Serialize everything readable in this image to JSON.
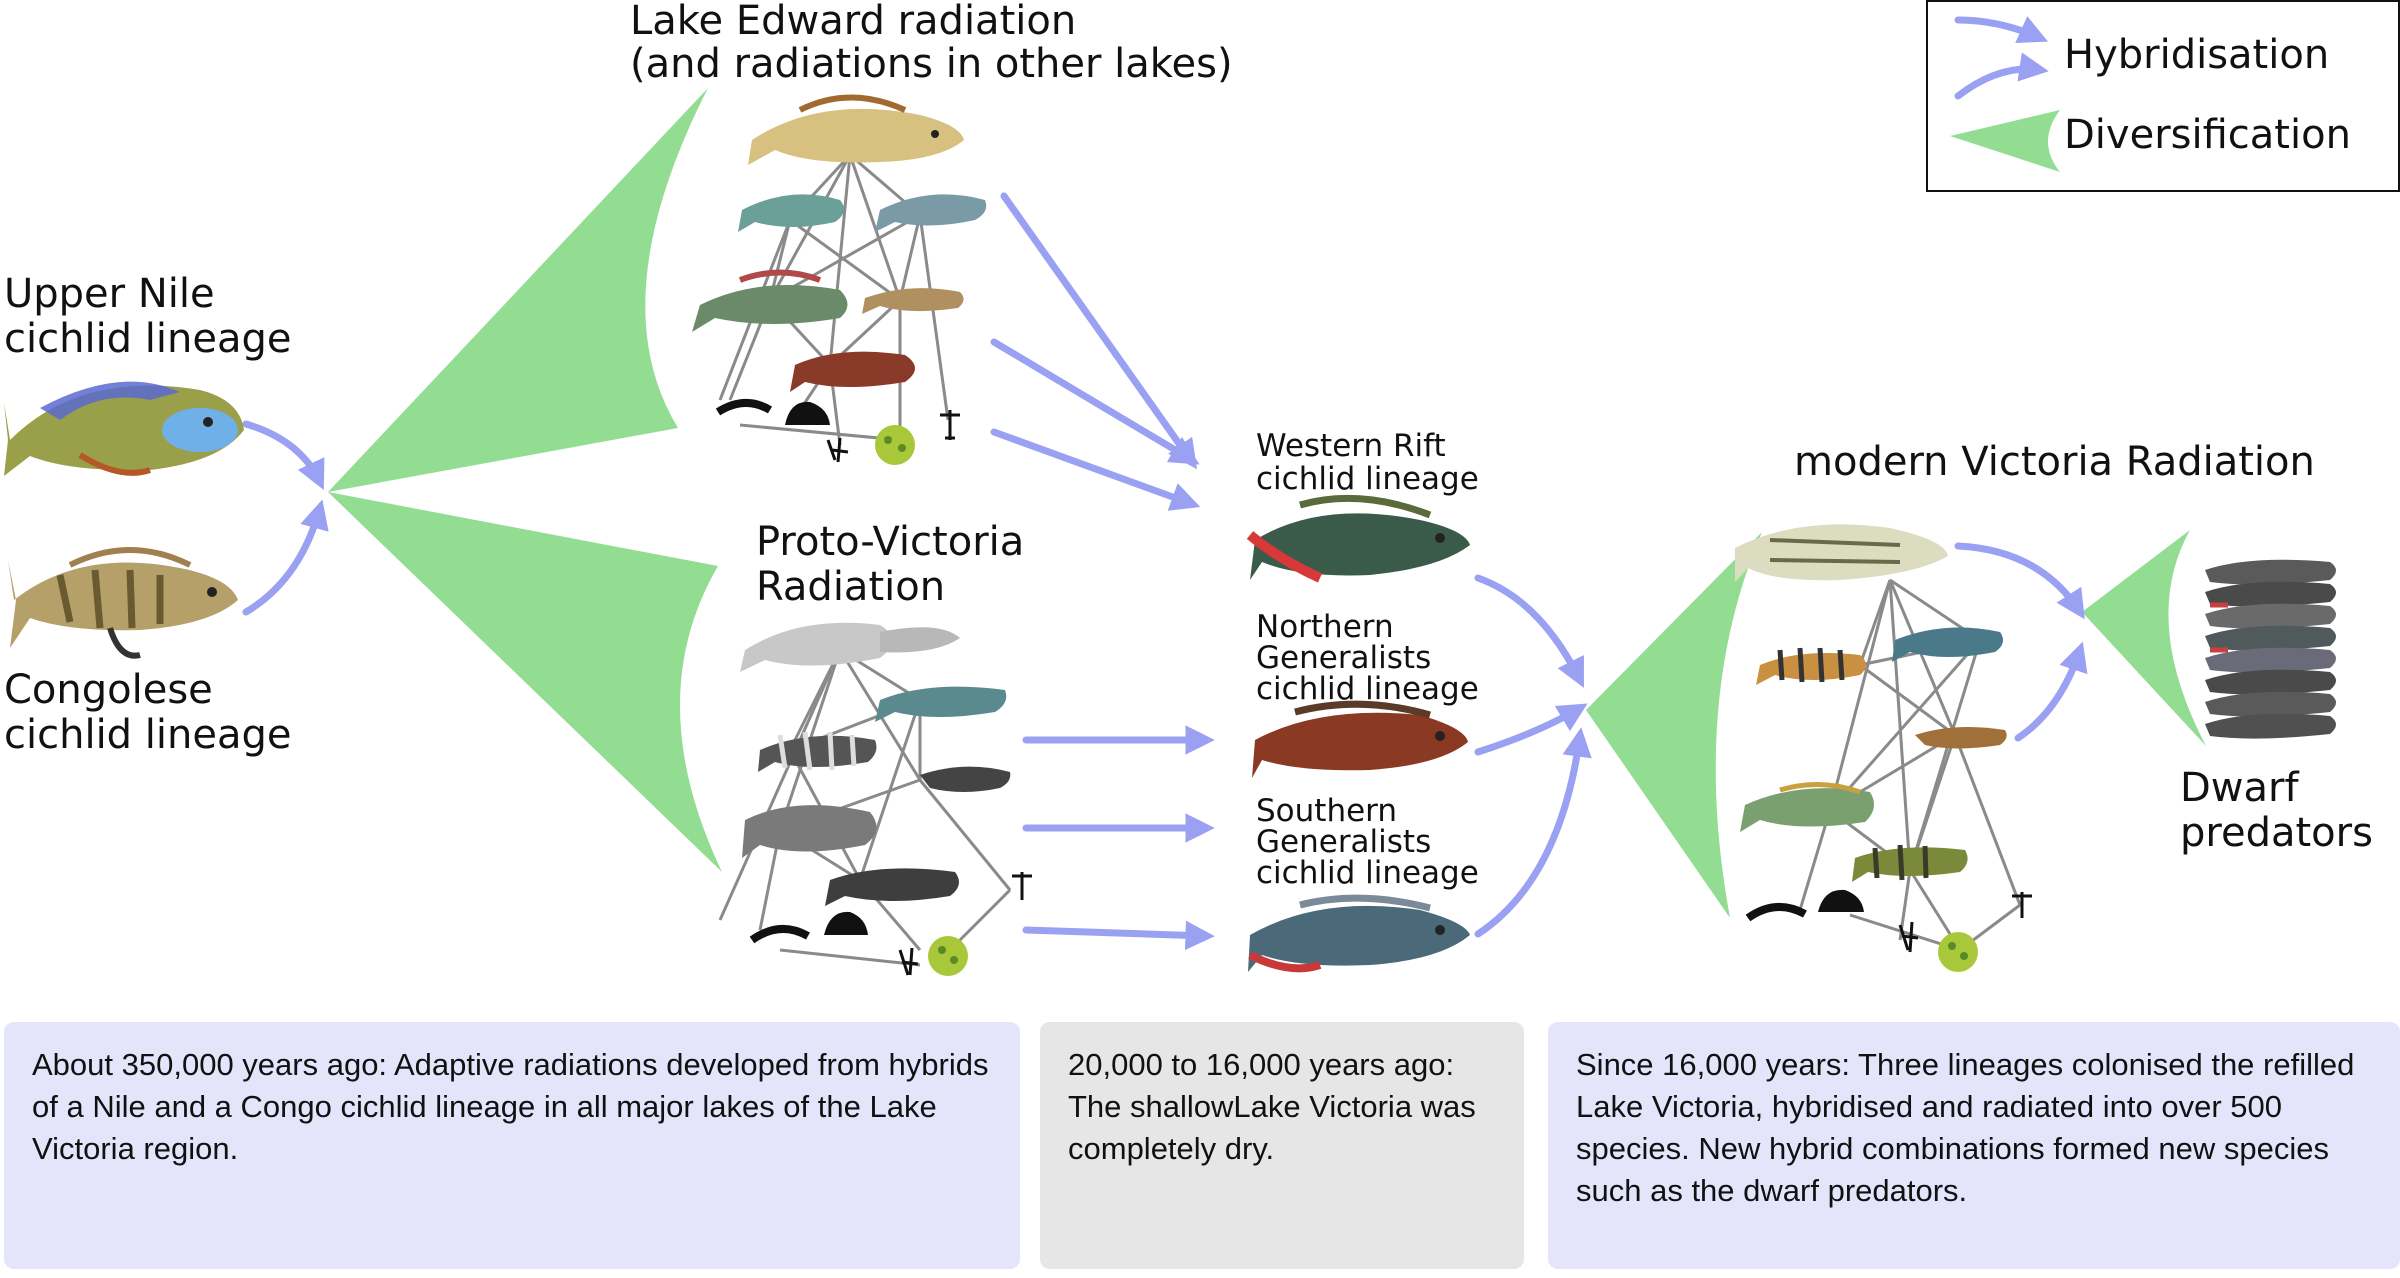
{
  "colors": {
    "hybridisation": "#9aa0f2",
    "diversification": "#93dd93",
    "panel_purple": "#e4e5fb",
    "panel_grey": "#e6e6e6",
    "web_line": "#8a8a8a"
  },
  "legend": {
    "hybridisation": "Hybridisation",
    "diversification": "Diversification"
  },
  "labels": {
    "upper_nile": "Upper Nile\ncichlid lineage",
    "congolese": "Congolese\ncichlid lineage",
    "lake_edward": "Lake Edward radiation\n(and radiations in other lakes)",
    "proto_victoria": "Proto-Victoria\nRadiation",
    "western_rift": "Western Rift\ncichlid lineage",
    "northern_generalists": "Northern\nGeneralists\ncichlid lineage",
    "southern_generalists": "Southern\nGeneralists\ncichlid lineage",
    "modern_victoria": "modern Victoria Radiation",
    "dwarf_predators": "Dwarf\npredators"
  },
  "panels": {
    "left": "About 350,000 years ago: Adaptive radiations developed from hybrids of a Nile and a Congo cichlid lineage in all major lakes of the Lake Victoria region.",
    "middle": "20,000 to 16,000 years ago: The shallowLake Victoria was completely dry.",
    "right": "Since 16,000 years: Three lineages colonised the refilled Lake Victoria, hybridised and radiated into over 500 species. New hybrid combinations formed new species such as the dwarf predators."
  }
}
